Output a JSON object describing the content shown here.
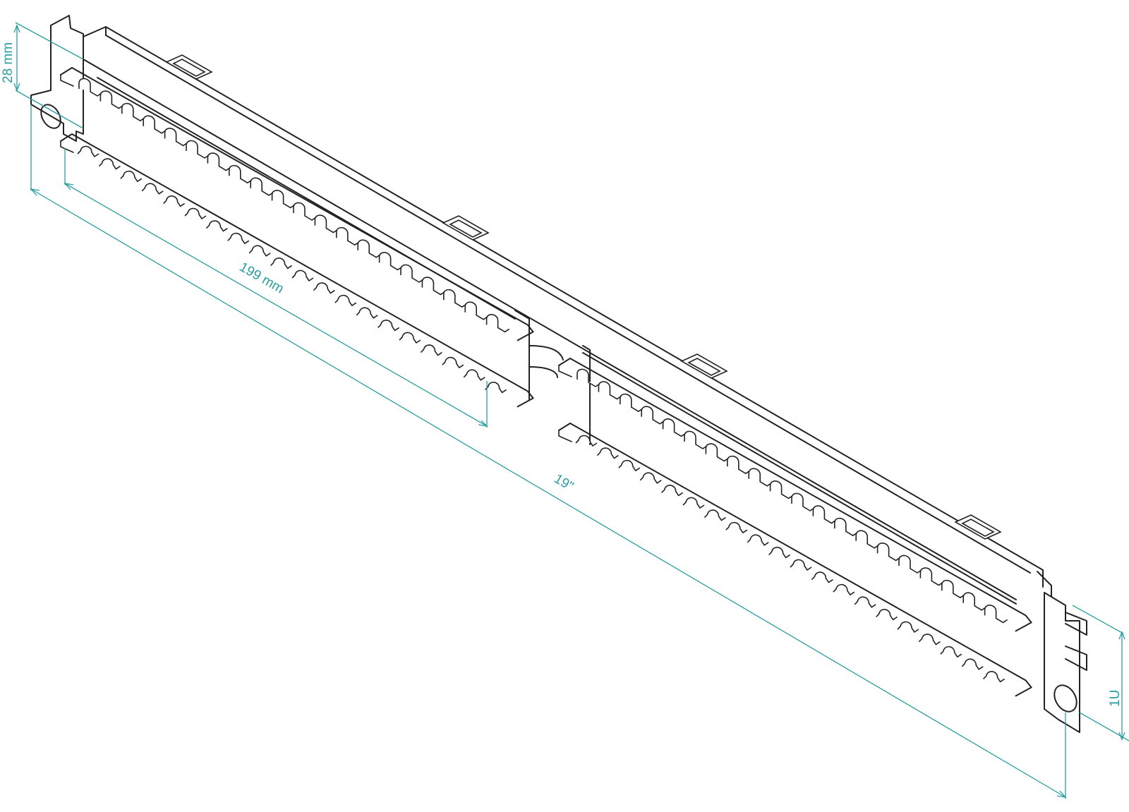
{
  "dimensions": {
    "depth_label": "28 mm",
    "section_width_label": "199 mm",
    "overall_width_label": "19\"",
    "height_label": "1U"
  },
  "colors": {
    "drawing_stroke": "#222222",
    "dimension": "#2a9da0",
    "background": "#ffffff"
  },
  "panel": {
    "sections": 2,
    "fingers_per_row": 20,
    "rows_per_section": 2
  }
}
